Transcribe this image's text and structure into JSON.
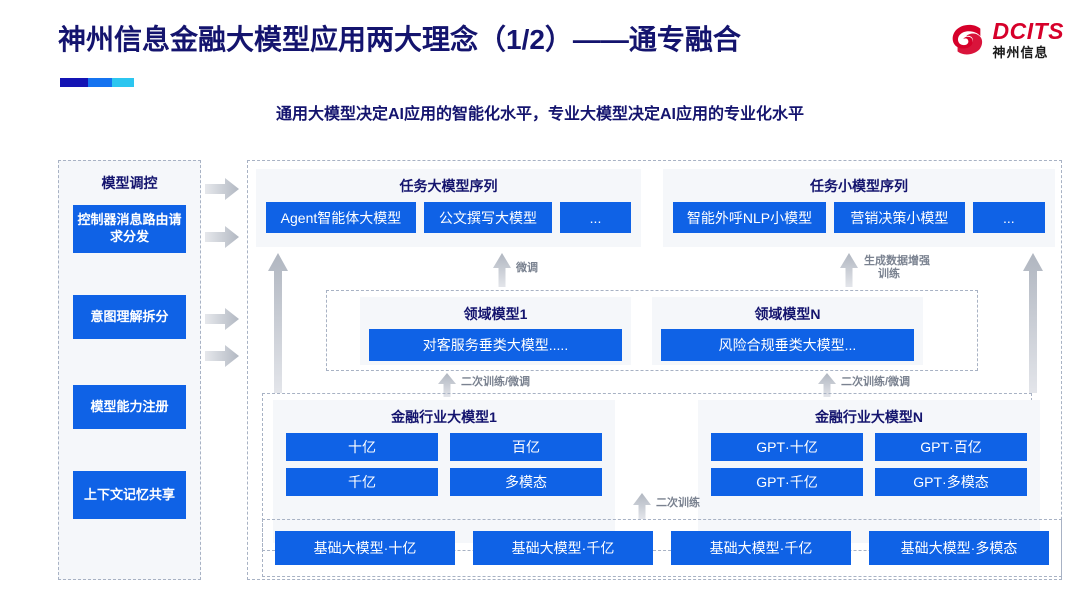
{
  "header": {
    "title": "神州信息金融大模型应用两大理念（1/2）——通专融合",
    "subtitle": "通用大模型决定AI应用的智能化水平，专业大模型决定AI应用的专业化水平",
    "logo_en": "DCITS",
    "logo_cn": "神州信息",
    "accent_colors": [
      "#1414b4",
      "#1573f0",
      "#2cc6f0"
    ],
    "title_color": "#14146e",
    "logo_color": "#d6002a"
  },
  "theme": {
    "chip_blue": "#0f62e6",
    "panel_bg": "#f5f7fa",
    "dash_border": "#a8b2c4",
    "arrow_grey": "#b9bfc9"
  },
  "control_column": {
    "title": "模型调控",
    "items": [
      "控制器消息路由请求分发",
      "意图理解拆分",
      "模型能力注册",
      "上下文记忆共享"
    ]
  },
  "task_big": {
    "title": "任务大模型序列",
    "chips": [
      "Agent智能体大模型",
      "公文撰写大模型",
      "..."
    ]
  },
  "task_small": {
    "title": "任务小模型序列",
    "chips": [
      "智能外呼NLP小模型",
      "营销决策小模型",
      "..."
    ]
  },
  "domain_1": {
    "title": "领域模型1",
    "chip": "对客服务垂类大模型....."
  },
  "domain_n": {
    "title": "领域模型N",
    "chip": "风险合规垂类大模型..."
  },
  "industry_1": {
    "title": "金融行业大模型1",
    "chips": [
      "十亿",
      "百亿",
      "千亿",
      "多模态"
    ]
  },
  "industry_n": {
    "title": "金融行业大模型N",
    "chips": [
      "GPT·十亿",
      "GPT·百亿",
      "GPT·千亿",
      "GPT·多模态"
    ]
  },
  "base": {
    "chips": [
      "基础大模型·十亿",
      "基础大模型·千亿",
      "基础大模型·千亿",
      "基础大模型·多模态"
    ]
  },
  "arrow_labels": {
    "finetune": "微调",
    "gen_data_aug": "生成数据增强",
    "gen_data_aug_2": "训练",
    "retrain_finetune_left": "二次训练/微调",
    "retrain_finetune_right": "二次训练/微调",
    "retrain": "二次训练"
  }
}
